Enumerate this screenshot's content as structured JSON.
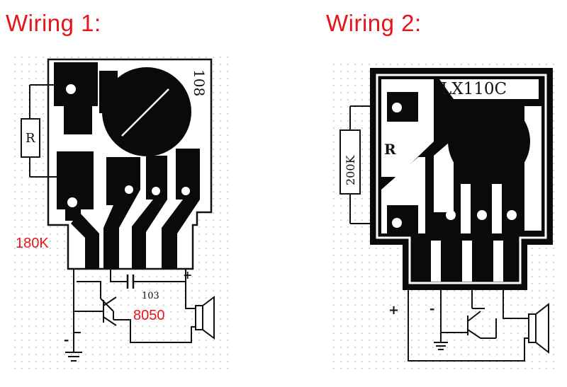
{
  "titles": {
    "wiring_1": "Wiring 1:",
    "wiring_2": "Wiring 2:"
  },
  "wiring_1": {
    "chip_label": "108",
    "resistor_label": "R",
    "resistor_value": "180K",
    "capacitor_label": "103",
    "transistor_label": "8050",
    "plus_sign": "+",
    "minus_sign": "-"
  },
  "wiring_2": {
    "chip_label": "LX110C",
    "resistor_label": "R",
    "resistor_value": "200K",
    "plus_sign": "+",
    "minus_sign": "-"
  },
  "colors": {
    "annotation_red": "#e8141b",
    "pcb_black": "#0a0a0a"
  }
}
